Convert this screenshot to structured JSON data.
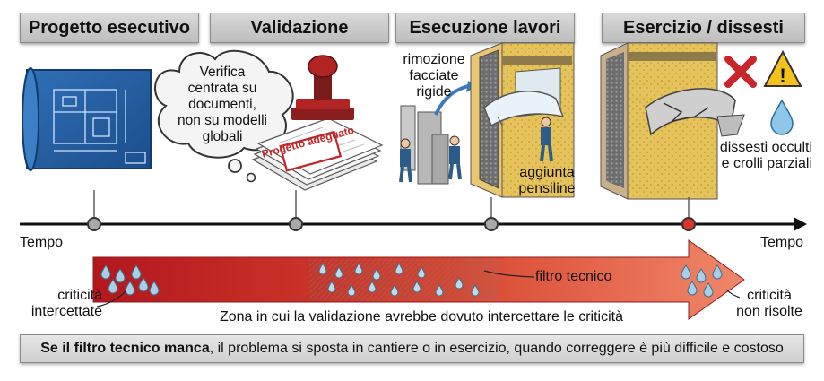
{
  "phases": [
    {
      "label": "Progetto esecutivo"
    },
    {
      "label": "Validazione"
    },
    {
      "label": "Esecuzione lavori"
    },
    {
      "label": "Esercizio / dissesti"
    }
  ],
  "bubble": {
    "text": "Verifica centrata su documenti, non su modelli globali"
  },
  "stamp": {
    "text": "Progetto adeguato"
  },
  "annotations": {
    "rimozione": "rimozione facciate rigide",
    "aggiunta": "aggiunta pensiline",
    "dissesti": "dissesti occulti e crolli parziali"
  },
  "timeline": {
    "start_label": "Tempo",
    "end_label": "Tempo",
    "marker_colors": [
      "#a9a9a9",
      "#a9a9a9",
      "#a9a9a9",
      "#d9352b"
    ]
  },
  "arrow": {
    "filter_label": "filtro tecnico",
    "left_label": "criticità intercettate",
    "right_label": "criticità non risolte",
    "zone_label": "Zona in cui la validazione avrebbe dovuto intercettare le criticità",
    "gradient_colors": [
      "#b3171d",
      "#f0876a"
    ]
  },
  "footer": {
    "bold": "Se il filtro tecnico manca",
    "rest": ", il problema si sposta in cantiere o in esercizio, quando correggere è più difficile e costoso"
  },
  "icons": [
    "blueprint-icon",
    "rubber-stamp-icon",
    "documents-stack-icon",
    "workers-icon",
    "building-facade-icon",
    "canopy-icon",
    "red-x-icon",
    "warning-triangle-icon",
    "water-drop-icon",
    "cracked-slab-icon"
  ]
}
